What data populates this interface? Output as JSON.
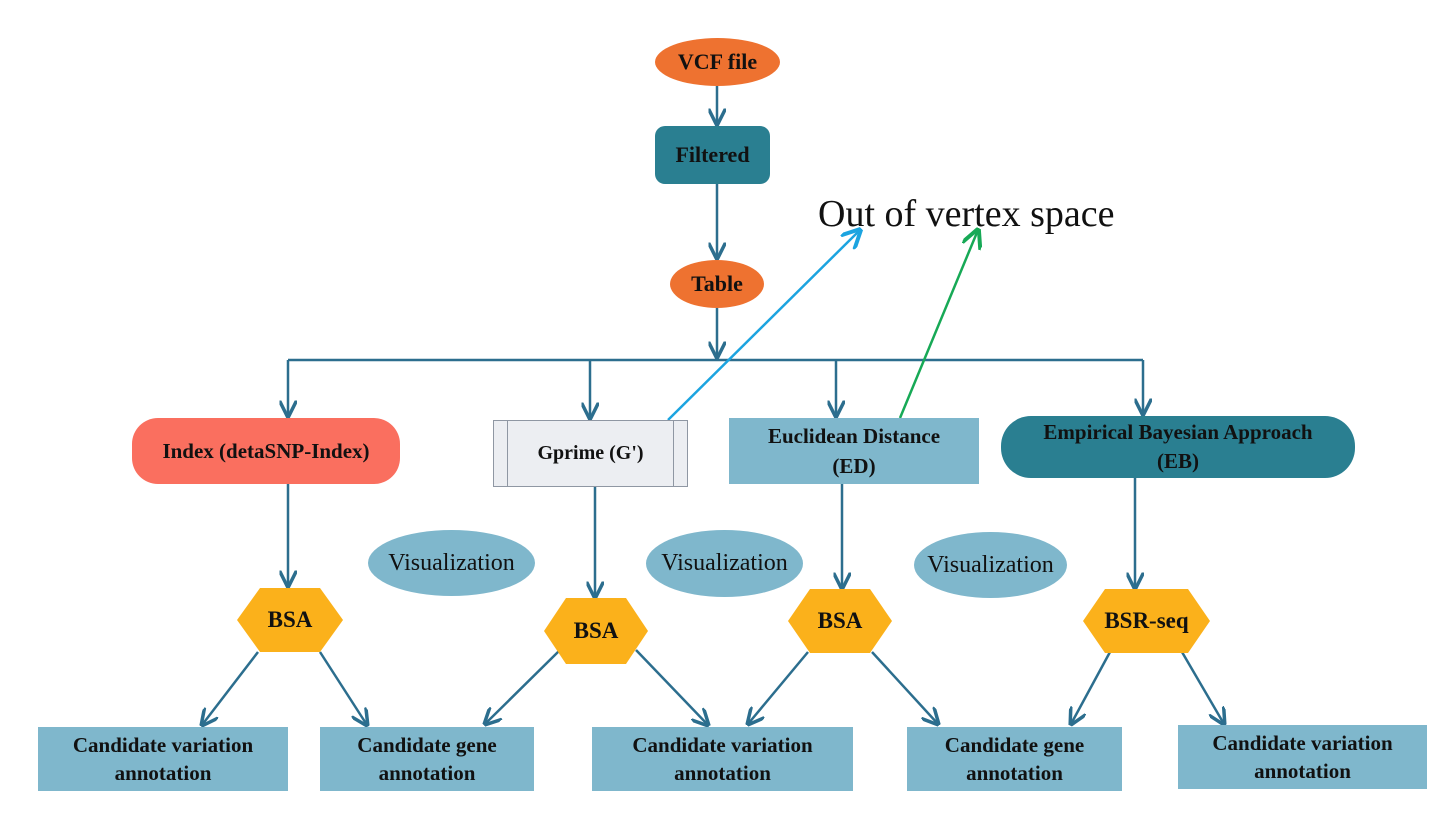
{
  "colors": {
    "orange": "#ee7230",
    "teal": "#2a7f91",
    "salmon": "#fa6f5f",
    "light_gray": "#eceef2",
    "light_blue": "#7fb7cc",
    "hex_yellow": "#fbb11b",
    "connector": "#2c6e8e",
    "arrow_blue": "#1ca4e0",
    "arrow_green": "#17a956"
  },
  "nodes": {
    "vcf": "VCF file",
    "filtered": "Filtered",
    "table": "Table",
    "index": "Index (detaSNP-Index)",
    "gprime": "Gprime (G')",
    "euclid_line1": "Euclidean Distance",
    "euclid_line2": "(ED)",
    "eb_line1": "Empirical Bayesian Approach",
    "eb_line2": "(EB)",
    "out_of_vertex": "Out of vertex space"
  },
  "visualizations": [
    "Visualization",
    "Visualization",
    "Visualization"
  ],
  "methods": [
    "BSA",
    "BSA",
    "BSA",
    "BSR-seq"
  ],
  "annotations": [
    {
      "line1": "Candidate variation",
      "line2": "annotation"
    },
    {
      "line1": "Candidate gene",
      "line2": "annotation"
    },
    {
      "line1": "Candidate variation",
      "line2": "annotation"
    },
    {
      "line1": "Candidate gene",
      "line2": "annotation"
    },
    {
      "line1": "Candidate variation",
      "line2": "annotation"
    }
  ]
}
